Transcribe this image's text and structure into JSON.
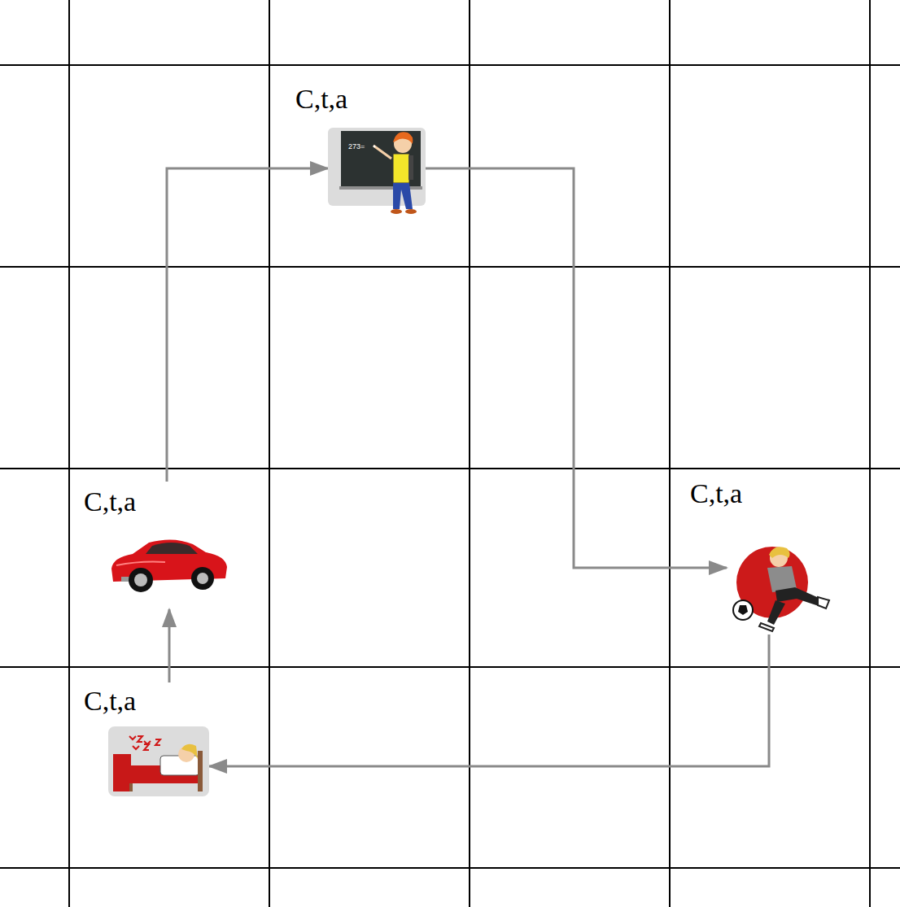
{
  "diagram": {
    "nodes": [
      {
        "text": [
          "C,t,a"
        ]
      },
      {
        "text": [
          "C,t,a"
        ]
      },
      {
        "text": [
          "C,t,a"
        ]
      },
      {
        "text": [
          "C,t,a"
        ]
      }
    ],
    "edges": [
      {
        "from": 3,
        "to": 1,
        "arrow": "to"
      },
      {
        "from": 1,
        "to": 0,
        "arrow": "to"
      },
      {
        "from": 0,
        "to": 2,
        "arrow": "to"
      },
      {
        "from": 2,
        "to": 3,
        "arrow": "to"
      }
    ],
    "labels": [
      "273="
    ]
  }
}
